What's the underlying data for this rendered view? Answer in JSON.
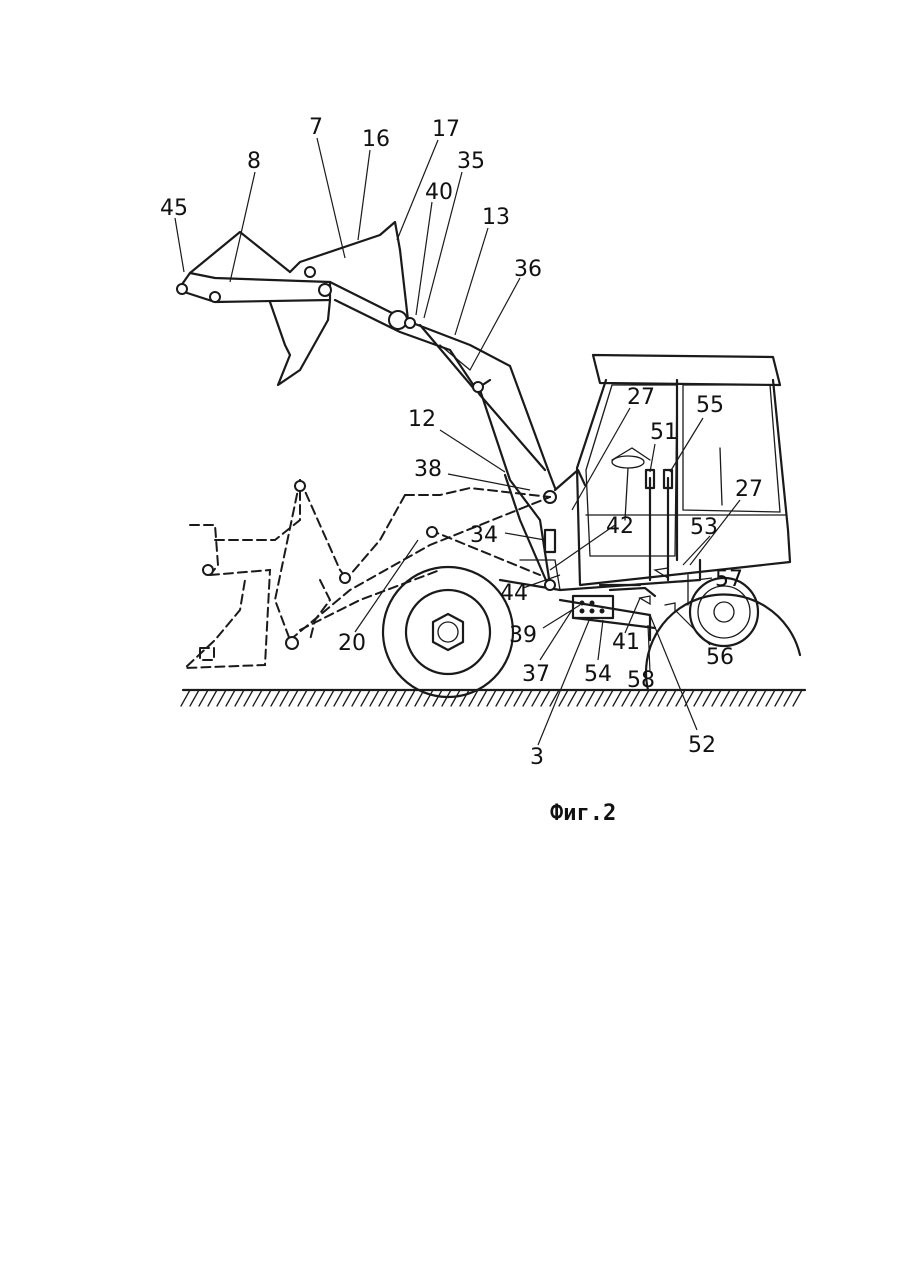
{
  "figure": {
    "caption": "Фиг.2",
    "labels": [
      "45",
      "8",
      "7",
      "16",
      "17",
      "35",
      "40",
      "13",
      "36",
      "12",
      "38",
      "27",
      "51",
      "55",
      "27",
      "34",
      "42",
      "53",
      "57",
      "44",
      "39",
      "41",
      "20",
      "37",
      "54",
      "58",
      "56",
      "52",
      "3"
    ]
  }
}
